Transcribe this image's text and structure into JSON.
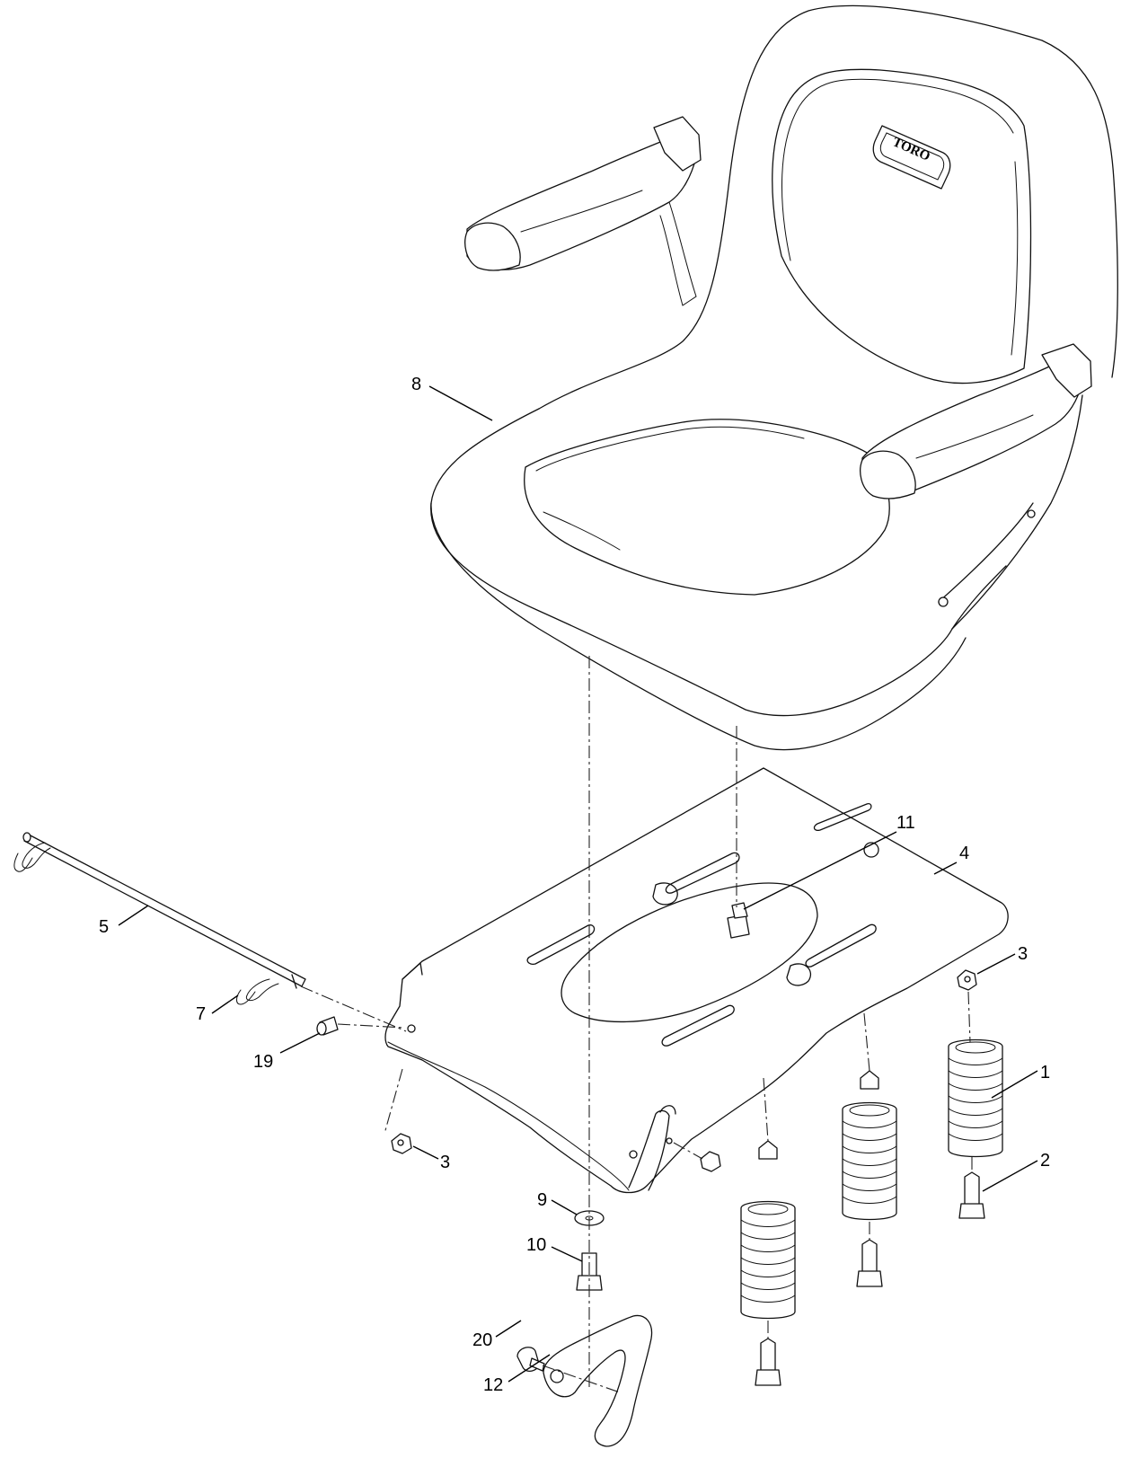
{
  "logo_text": "TORO",
  "callouts": {
    "seat": "8",
    "rod": "5",
    "hairpin": "7",
    "rod_bolt": "19",
    "mount_plate": "4",
    "plate_bolt": "11",
    "nut_right": "3",
    "nut_left": "3",
    "spring": "1",
    "spring_bolt": "2",
    "washer": "9",
    "washer_bolt": "10",
    "latch_bolt": "20",
    "latch": "12"
  }
}
